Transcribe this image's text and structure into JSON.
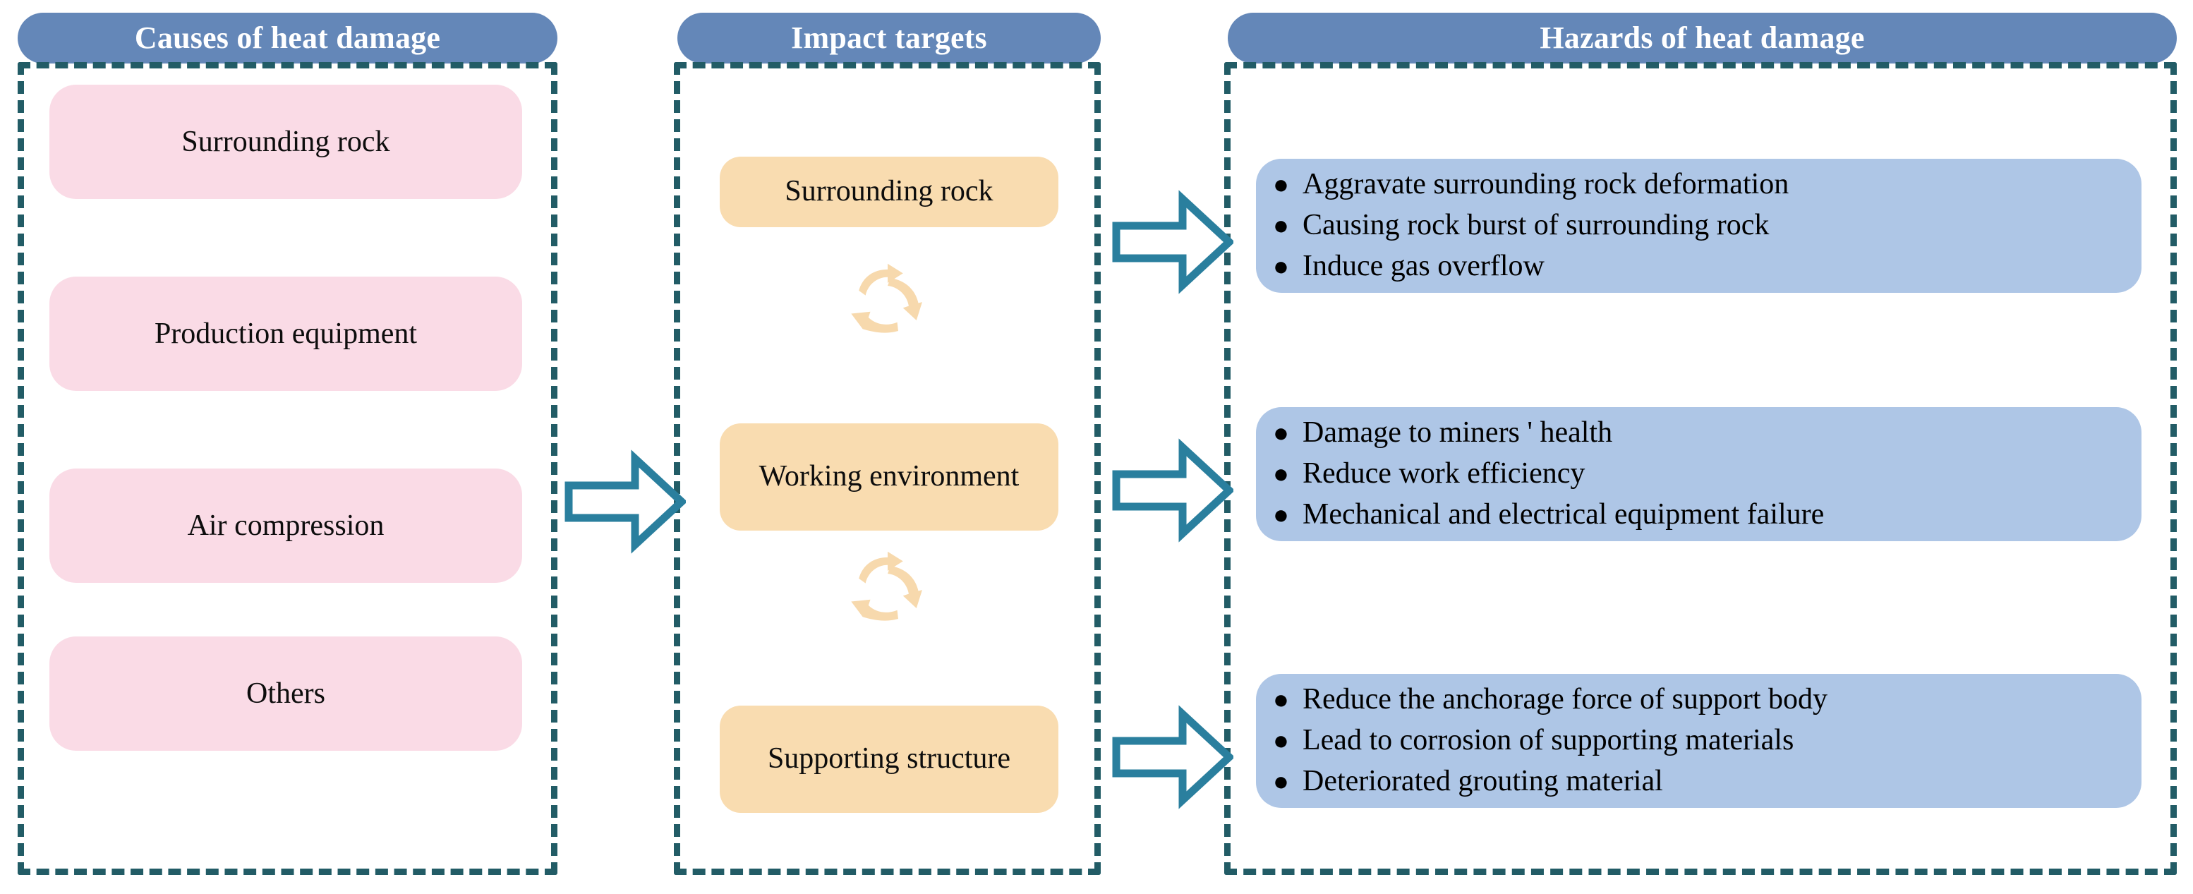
{
  "columns": {
    "causes": {
      "header": "Causes of heat damage",
      "items": [
        "Surrounding rock",
        "Production equipment",
        "Air compression",
        "Others"
      ]
    },
    "targets": {
      "header": "Impact targets",
      "items": [
        "Surrounding rock",
        "Working environment",
        "Supporting structure"
      ],
      "cycle_icon": "recycle-icon"
    },
    "hazards": {
      "header": "Hazards of heat damage",
      "groups": [
        {
          "bullet": "●",
          "lines": [
            "Aggravate surrounding rock deformation",
            "Causing rock burst of surrounding rock",
            "Induce gas overflow"
          ]
        },
        {
          "bullet": "●",
          "lines": [
            "Damage to miners ' health",
            "Reduce work efficiency",
            "Mechanical and electrical equipment failure"
          ]
        },
        {
          "bullet": "●",
          "lines": [
            "Reduce the anchorage force of support body",
            "Lead to corrosion of supporting materials",
            "Deteriorated grouting material"
          ]
        }
      ]
    }
  },
  "arrows": {
    "causes_to_targets": "right-block-arrow",
    "targets_to_hazards": "right-block-arrow"
  },
  "colors": {
    "header_pill": "#6487b8",
    "dashed_border": "#225c66",
    "cause_chip": "#fadbe6",
    "target_chip": "#f9dcb0",
    "hazard_card": "#aec6e6",
    "arrow_stroke": "#2a7f9e",
    "recycle_icon": "#f7d9ad",
    "text_dark": "#0d0d0d",
    "text_light": "#ffffff"
  }
}
